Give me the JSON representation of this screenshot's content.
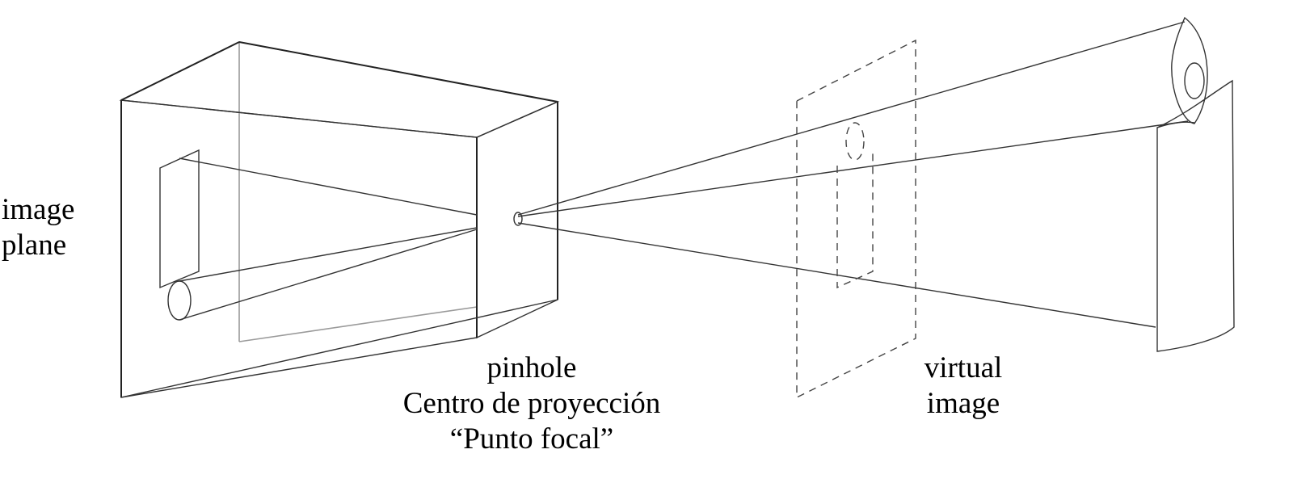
{
  "labels": {
    "image_plane": [
      "image",
      "plane"
    ],
    "pinhole": [
      "pinhole",
      "Centro de proyección",
      "“Punto focal”"
    ],
    "virtual_image": [
      "virtual",
      "image"
    ]
  },
  "colors": {
    "line": "#333333",
    "hidden_edge": "#9a9a9a",
    "background": "#ffffff"
  }
}
